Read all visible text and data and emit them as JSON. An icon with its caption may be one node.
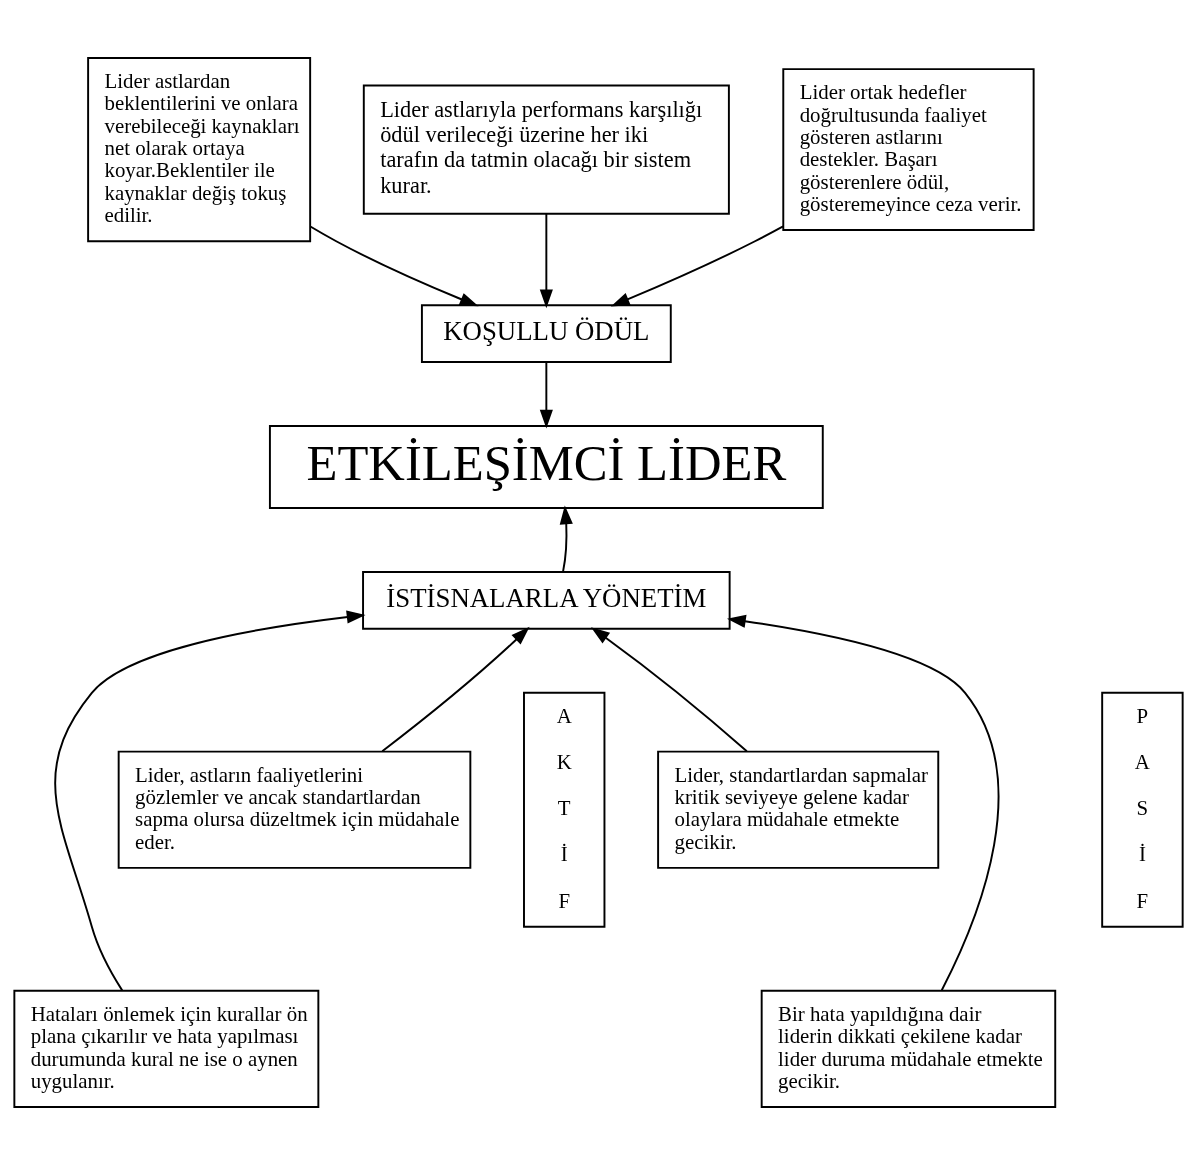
{
  "diagram": {
    "nodes": [
      {
        "text": [
          "Lider astlardan beklentilerini ve onlara verebileceği kaynakları net olarak ortaya koyar.Beklentiler ile kaynaklar değiş tokuş edilir."
        ]
      },
      {
        "text": [
          "Lider astlarıyla performans karşılığı ödül verileceği üzerine her iki tarafın da tatmin olacağı bir sistem kurar."
        ]
      },
      {
        "text": [
          "Lider ortak hedefler doğrultusunda faaliyet gösteren astlarını destekler. Başarı gösterenlere ödül, gösteremeyince ceza verir."
        ]
      },
      {
        "text": [
          "KOŞULLU ÖDÜL"
        ]
      },
      {
        "text": [
          "ETKİLEŞİMCİ LİDER"
        ]
      },
      {
        "text": [
          "İSTİSNALARLA YÖNETİM"
        ]
      },
      {
        "text": [
          "A K T İ F"
        ]
      },
      {
        "text": [
          "Lider, astların faaliyetlerini gözlemler ve ancak standartlardan sapma olursa düzeltmek için müdahale eder."
        ]
      },
      {
        "text": [
          "Hataları önlemek için kurallar ön plana çıkarılır ve hata yapılması durumunda kural ne ise o aynen uygulanır."
        ]
      },
      {
        "text": [
          "Lider, standartlardan sapmalar kritik seviyeye gelene kadar olaylara müdahale etmekte gecikir."
        ]
      },
      {
        "text": [
          "Bir hata yapıldığına dair liderin dikkati çekilene kadar lider duruma müdahale etmekte gecikir."
        ]
      },
      {
        "text": [
          "P A S İ F"
        ]
      }
    ],
    "edges": [
      {
        "from": 0,
        "to": 3,
        "arrow": "to"
      },
      {
        "from": 1,
        "to": 3,
        "arrow": "to"
      },
      {
        "from": 2,
        "to": 3,
        "arrow": "to"
      },
      {
        "from": 3,
        "to": 4,
        "arrow": "to"
      },
      {
        "from": 5,
        "to": 4,
        "arrow": "to"
      },
      {
        "from": 7,
        "to": 5,
        "arrow": "to"
      },
      {
        "from": 8,
        "to": 5,
        "arrow": "to"
      },
      {
        "from": 9,
        "to": 5,
        "arrow": "to"
      },
      {
        "from": 10,
        "to": 5,
        "arrow": "to"
      }
    ]
  }
}
